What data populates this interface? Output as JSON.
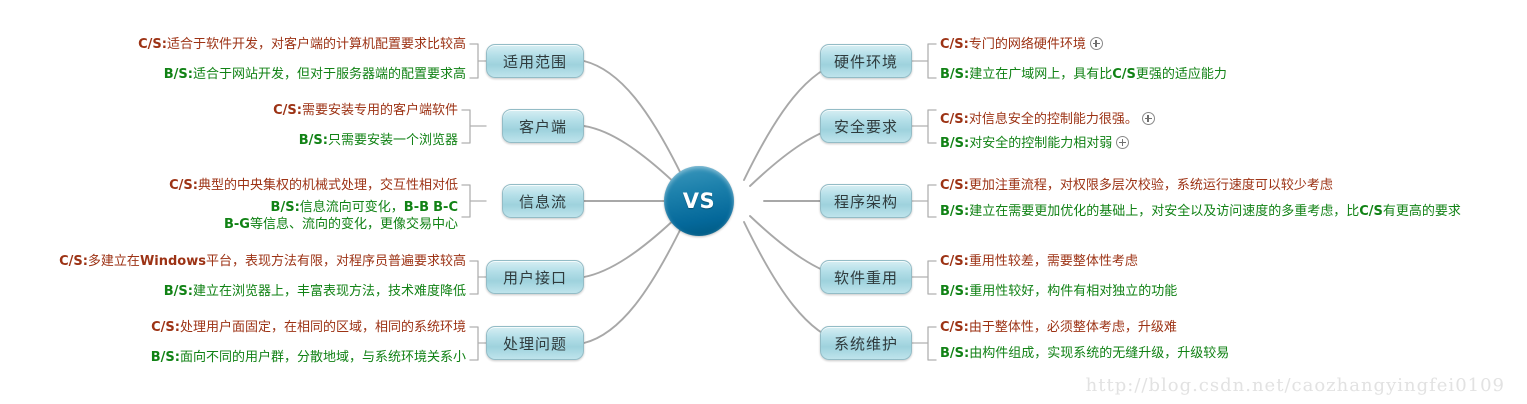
{
  "center": {
    "label": "VS",
    "color": "#04689a"
  },
  "watermark": "http://blog.csdn.net/caozhangyingfei0109",
  "colors": {
    "cs": "#9c3214",
    "bs": "#118215",
    "node_border": "#93bcc6",
    "wire": "#a8a8a8"
  },
  "left_branches": [
    {
      "id": "scope",
      "label": "适用范围",
      "leaves": [
        {
          "tag": "C/S:",
          "type": "cs",
          "lines": [
            "适合于软件开发，对客户端的计算机配置要求比较高"
          ],
          "plus": false
        },
        {
          "tag": "B/S:",
          "type": "bs",
          "lines": [
            "适合于网站开发，但对于服务器端的配置要求高"
          ],
          "plus": false
        }
      ]
    },
    {
      "id": "client",
      "label": "客户端",
      "leaves": [
        {
          "tag": "C/S:",
          "type": "cs",
          "lines": [
            "需要安装专用的客户端软件"
          ],
          "plus": false
        },
        {
          "tag": "B/S:",
          "type": "bs",
          "lines": [
            "只需要安装一个浏览器"
          ],
          "plus": false
        }
      ]
    },
    {
      "id": "infoflow",
      "label": "信息流",
      "leaves": [
        {
          "tag": "C/S:",
          "type": "cs",
          "lines": [
            "典型的中央集权的机械式处理，交互性相对低"
          ],
          "plus": false
        },
        {
          "tag": "B/S:",
          "type": "bs",
          "lines": [
            "信息流向可变化，B-B B-C",
            "B-G等信息、流向的变化，更像交易中心"
          ],
          "plus": false
        }
      ]
    },
    {
      "id": "ui",
      "label": "用户接口",
      "leaves": [
        {
          "tag": "C/S:",
          "type": "cs",
          "lines": [
            "多建立在Windows平台，表现方法有限，对程序员普遍要求较高"
          ],
          "plus": false
        },
        {
          "tag": "B/S:",
          "type": "bs",
          "lines": [
            "建立在浏览器上，丰富表现方法，技术难度降低"
          ],
          "plus": false
        }
      ]
    },
    {
      "id": "problem",
      "label": "处理问题",
      "leaves": [
        {
          "tag": "C/S:",
          "type": "cs",
          "lines": [
            "处理用户面固定，在相同的区域，相同的系统环境"
          ],
          "plus": false
        },
        {
          "tag": "B/S:",
          "type": "bs",
          "lines": [
            "面向不同的用户群，分散地域，与系统环境关系小"
          ],
          "plus": false
        }
      ]
    }
  ],
  "right_branches": [
    {
      "id": "hardware",
      "label": "硬件环境",
      "leaves": [
        {
          "tag": "C/S:",
          "type": "cs",
          "lines": [
            "专门的网络硬件环境"
          ],
          "plus": true
        },
        {
          "tag": "B/S:",
          "type": "bs",
          "lines": [
            "建立在广域网上，具有比C/S更强的适应能力"
          ],
          "plus": false
        }
      ]
    },
    {
      "id": "security",
      "label": "安全要求",
      "leaves": [
        {
          "tag": "C/S:",
          "type": "cs",
          "lines": [
            "对信息安全的控制能力很强。"
          ],
          "plus": true
        },
        {
          "tag": "B/S:",
          "type": "bs",
          "lines": [
            "对安全的控制能力相对弱"
          ],
          "plus": true
        }
      ]
    },
    {
      "id": "architecture",
      "label": "程序架构",
      "leaves": [
        {
          "tag": "C/S:",
          "type": "cs",
          "lines": [
            "更加注重流程，对权限多层次校验，系统运行速度可以较少考虑"
          ],
          "plus": false
        },
        {
          "tag": "B/S:",
          "type": "bs",
          "lines": [
            "建立在需要更加优化的基础上，对安全以及访问速度的多重考虑，比C/S有更高的要求"
          ],
          "plus": false
        }
      ]
    },
    {
      "id": "reuse",
      "label": "软件重用",
      "leaves": [
        {
          "tag": "C/S:",
          "type": "cs",
          "lines": [
            "重用性较差，需要整体性考虑"
          ],
          "plus": false
        },
        {
          "tag": "B/S:",
          "type": "bs",
          "lines": [
            "重用性较好，构件有相对独立的功能"
          ],
          "plus": false
        }
      ]
    },
    {
      "id": "maintenance",
      "label": "系统维护",
      "leaves": [
        {
          "tag": "C/S:",
          "type": "cs",
          "lines": [
            "由于整体性，必须整体考虑，升级难"
          ],
          "plus": false
        },
        {
          "tag": "B/S:",
          "type": "bs",
          "lines": [
            "由构件组成，实现系统的无缝升级，升级较易"
          ],
          "plus": false
        }
      ]
    }
  ]
}
